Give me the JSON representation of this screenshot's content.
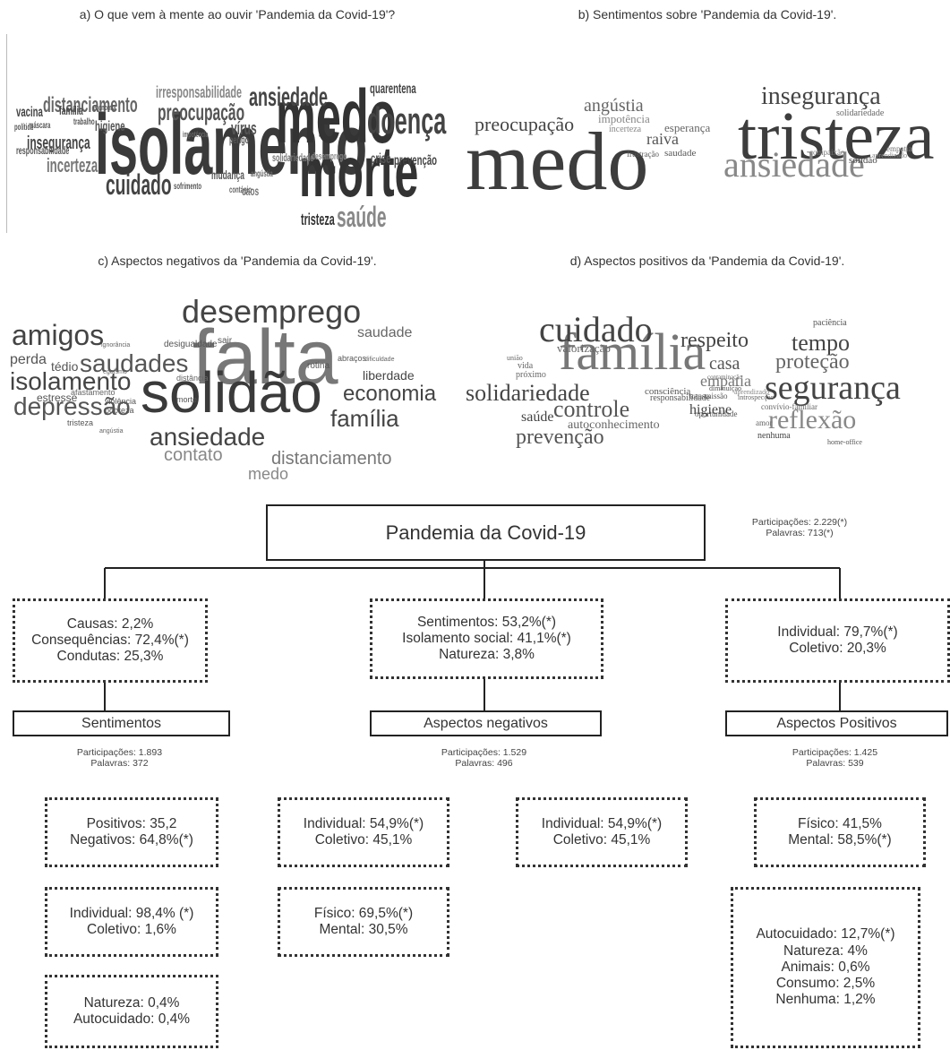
{
  "captions": {
    "a": "a) O que vem à mente ao ouvir 'Pandemia da Covid-19'?",
    "b": "b) Sentimentos sobre 'Pandemia da Covid-19'.",
    "c": "c) Aspectos negativos da 'Pandemia da Covid-19'.",
    "d": "d) Aspectos positivos da 'Pandemia da Covid-19'."
  },
  "clouds": {
    "a": [
      "isolamento",
      "medo",
      "morte",
      "doença",
      "ansiedade",
      "preocupação",
      "cuidado",
      "saúde",
      "distanciamento",
      "incerteza",
      "insegurança",
      "vacina",
      "família",
      "higiene",
      "irresponsabilidade",
      "quarentena",
      "vírus",
      "crise",
      "prevenção",
      "mudança",
      "tristeza",
      "solidariedade",
      "desemprego",
      "caos",
      "sofrimento",
      "economia",
      "política",
      "máscara",
      "trabalho",
      "responsabilidade",
      "angústia",
      "contágio",
      "perigo",
      "impotência"
    ],
    "b": [
      "medo",
      "tristeza",
      "ansiedade",
      "insegurança",
      "angústia",
      "preocupação",
      "impotência",
      "esperança",
      "raiva",
      "incerteza",
      "solidariedade",
      "solidão",
      "frustração",
      "saudade",
      "empatia",
      "compaixão",
      "aprendizado"
    ],
    "c": [
      "falta",
      "solidão",
      "desemprego",
      "amigos",
      "saudades",
      "isolamento",
      "depressão",
      "ansiedade",
      "economia",
      "família",
      "contato",
      "medo",
      "distanciamento",
      "saudade",
      "liberdade",
      "perda",
      "tédio",
      "estresse",
      "desigualdade",
      "sair",
      "abraços",
      "rotina",
      "distância",
      "afastamento",
      "morte",
      "violência",
      "pobreza",
      "tristeza",
      "angústia",
      "dificuldade",
      "ignorância",
      "egoísmo"
    ],
    "d": [
      "família",
      "cuidado",
      "respeito",
      "tempo",
      "proteção",
      "segurança",
      "solidariedade",
      "controle",
      "reflexão",
      "prevenção",
      "autoconhecimento",
      "higiene",
      "empatia",
      "casa",
      "saúde",
      "valorização",
      "consciência",
      "responsabilidade",
      "união",
      "vida",
      "próximo",
      "oportunidade",
      "paciência",
      "amor",
      "convívio-familiar",
      "nenhuma",
      "home-office",
      "transmissão",
      "introspecção",
      "aprendizado",
      "diminuição",
      "contaminação"
    ]
  },
  "diagram": {
    "root": "Pandemia da Covid-19",
    "root_stats": [
      "Participações: 2.229(*)",
      "Palavras: 713(*)"
    ],
    "level1": [
      [
        "Causas: 2,2%",
        "Consequências: 72,4%(*)",
        "Condutas: 25,3%"
      ],
      [
        "Sentimentos: 53,2%(*)",
        "Isolamento social: 41,1%(*)",
        "Natureza: 3,8%"
      ],
      [
        "Individual: 79,7%(*)",
        "Coletivo: 20,3%"
      ]
    ],
    "branches": [
      {
        "title": "Sentimentos",
        "stats": [
          "Participações: 1.893",
          "Palavras: 372"
        ]
      },
      {
        "title": "Aspectos negativos",
        "stats": [
          "Participações: 1.529",
          "Palavras: 496"
        ]
      },
      {
        "title": "Aspectos Positivos",
        "stats": [
          "Participações: 1.425",
          "Palavras: 539"
        ]
      }
    ],
    "sentimentos_boxes": [
      [
        "Positivos: 35,2",
        "Negativos: 64,8%(*)"
      ],
      [
        "Individual: 98,4% (*)",
        "Coletivo: 1,6%"
      ],
      [
        "Natureza: 0,4%",
        "Autocuidado: 0,4%"
      ]
    ],
    "negativos_boxes": [
      [
        "Individual: 54,9%(*)",
        "Coletivo: 45,1%"
      ],
      [
        "Físico: 69,5%(*)",
        "Mental: 30,5%"
      ],
      [
        "Individual: 54,9%(*)",
        "Coletivo: 45,1%"
      ]
    ],
    "positivos_boxes": [
      [
        "Físico: 41,5%",
        "Mental: 58,5%(*)"
      ],
      [
        "Autocuidado: 12,7%(*)",
        "Natureza: 4%",
        "Animais: 0,6%",
        "Consumo: 2,5%",
        "Nenhuma: 1,2%"
      ]
    ]
  }
}
